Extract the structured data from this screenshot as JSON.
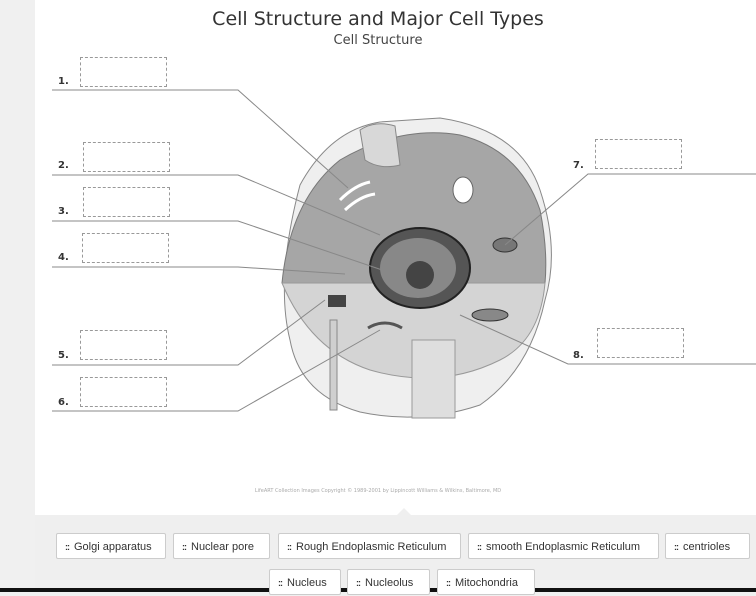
{
  "title": "Cell Structure and Major Cell Types",
  "subtitle": "Cell Structure",
  "labels": [
    "1.",
    "2.",
    "3.",
    "4.",
    "5.",
    "6.",
    "7.",
    "8."
  ],
  "copyright": "LifeART Collection Images Copyright © 1989-2001 by Lippincott Williams & Wilkins, Baltimore, MD",
  "answer_bank": [
    "Golgi apparatus",
    "Nuclear pore",
    "Rough Endoplasmic Reticulum",
    "smooth Endoplasmic Reticulum",
    "centrioles",
    "Nucleus",
    "Nucleolus",
    "Mitochondria"
  ],
  "grip_icon": "::"
}
